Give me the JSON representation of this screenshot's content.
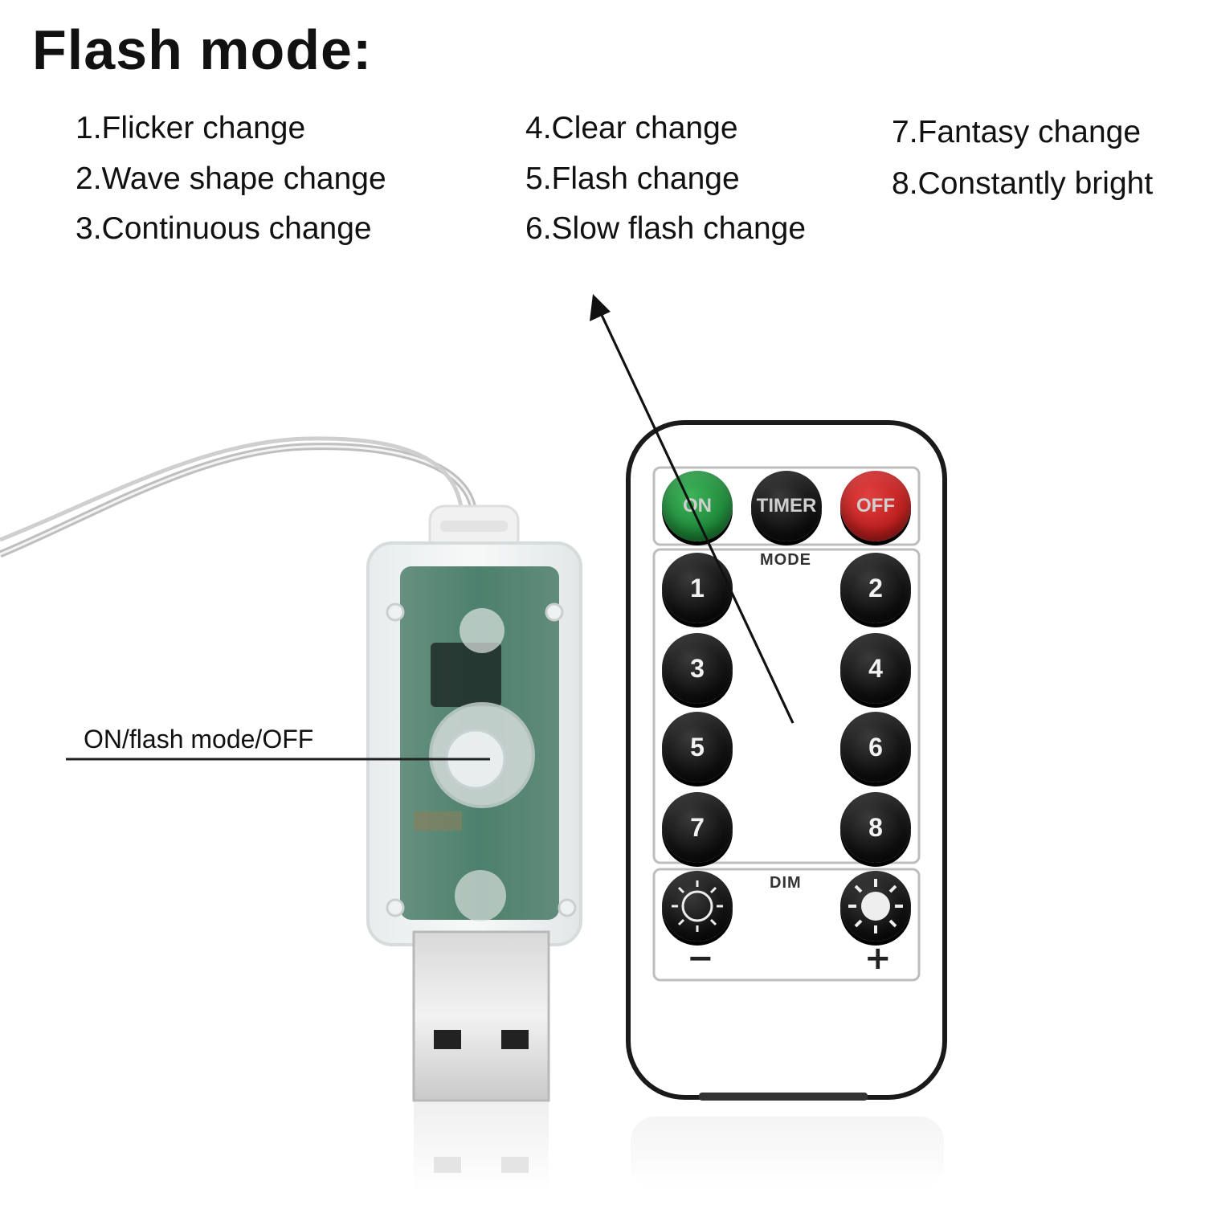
{
  "title": "Flash mode:",
  "modes": {
    "col1": [
      "1.Flicker change",
      "2.Wave shape change",
      "3.Continuous change"
    ],
    "col2": [
      "4.Clear change",
      "5.Flash change",
      "6.Slow flash change"
    ],
    "col3": [
      "7.Fantasy change",
      "8.Constantly bright"
    ]
  },
  "controller": {
    "callout_label": "ON/flash mode/OFF"
  },
  "remote": {
    "on_label": "ON",
    "timer_label": "TIMER",
    "off_label": "OFF",
    "mode_label": "MODE",
    "dim_label": "DIM",
    "minus_label": "−",
    "plus_label": "+",
    "number_buttons": [
      "1",
      "2",
      "3",
      "4",
      "5",
      "6",
      "7",
      "8"
    ]
  },
  "colors": {
    "on_button": "#1f8a3a",
    "off_button": "#c0201f",
    "button_black": "#111111",
    "pcb_green": "#2f6b55"
  },
  "icons": {
    "dim_down": "sun-small-icon",
    "dim_up": "sun-large-icon"
  }
}
